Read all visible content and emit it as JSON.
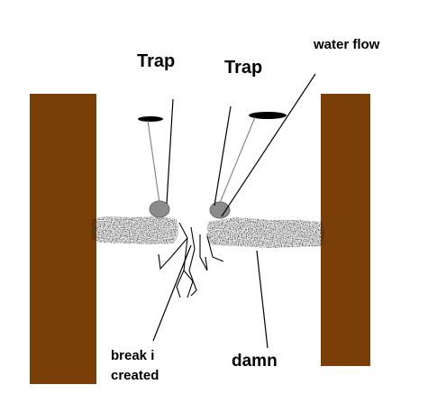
{
  "labels": {
    "trap_left": "Trap",
    "trap_right": "Trap",
    "water_flow": "water flow",
    "break_line1": "break i",
    "break_line2": "created",
    "damn": "damn"
  },
  "colors": {
    "post": "#7a3f09",
    "dam": "#1a1a1a",
    "trap_stone": "#8c8c8c",
    "trap_float": "#000000",
    "leader": "#000000",
    "trap_string": "#808080",
    "background": "#ffffff"
  }
}
